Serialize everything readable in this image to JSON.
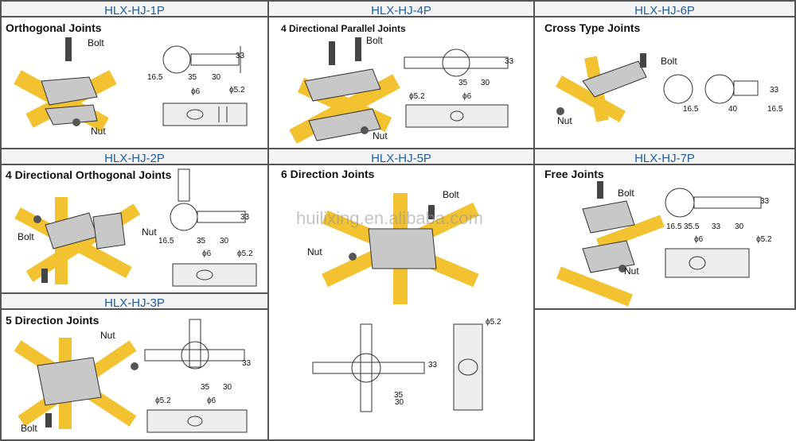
{
  "panels": [
    {
      "code": "HLX-HJ-1P",
      "title": "Orthogonal Joints",
      "labels": {
        "bolt": "Bolt",
        "nut": "Nut"
      },
      "dims": {
        "d33": "33",
        "a": "16.5",
        "b": "35",
        "c": "30",
        "phi6": "ϕ6",
        "phi52": "ϕ5.2"
      }
    },
    {
      "code": "HLX-HJ-4P",
      "title": "4 Directional Parallel Joints",
      "labels": {
        "bolt": "Bolt",
        "nut": "Nut"
      },
      "dims": {
        "d33": "33",
        "b": "35",
        "c": "30",
        "phi6": "ϕ6",
        "phi52": "ϕ5.2"
      }
    },
    {
      "code": "HLX-HJ-6P",
      "title": "Cross Type Joints",
      "labels": {
        "bolt": "Bolt",
        "nut": "Nut"
      },
      "dims": {
        "d33": "33",
        "a": "16.5",
        "b": "40",
        "c": "16.5"
      }
    },
    {
      "code": "HLX-HJ-2P",
      "title": "4 Directional Orthogonal Joints",
      "labels": {
        "bolt": "Bolt",
        "nut": "Nut"
      },
      "dims": {
        "d33": "33",
        "a": "16.5",
        "b": "35",
        "c": "30",
        "phi6": "ϕ6",
        "phi52": "ϕ5.2"
      }
    },
    {
      "code": "HLX-HJ-5P",
      "title": "6 Direction Joints",
      "labels": {
        "bolt": "Bolt",
        "nut": "Nut"
      },
      "dims": {
        "d33": "33",
        "b": "35",
        "c": "30",
        "phi52": "ϕ5.2"
      }
    },
    {
      "code": "HLX-HJ-7P",
      "title": "Free Joints",
      "labels": {
        "bolt": "Bolt",
        "nut": "Nut"
      },
      "dims": {
        "d33": "33",
        "a": "16.5",
        "b": "35.5",
        "c": "33",
        "e": "30",
        "phi6": "ϕ6",
        "phi52": "ϕ5.2"
      }
    },
    {
      "code": "HLX-HJ-3P",
      "title": "5 Direction Joints",
      "labels": {
        "bolt": "Bolt",
        "nut": "Nut"
      },
      "dims": {
        "d33": "33",
        "b": "35",
        "c": "30",
        "phi6": "ϕ6",
        "phi52": "ϕ5.2"
      }
    }
  ],
  "watermark": "huilixing.en.alibaba.com",
  "colors": {
    "pipe": "#f2c230",
    "metal": "#c8c8c8",
    "code": "#1f5f9f",
    "border": "#555555"
  }
}
